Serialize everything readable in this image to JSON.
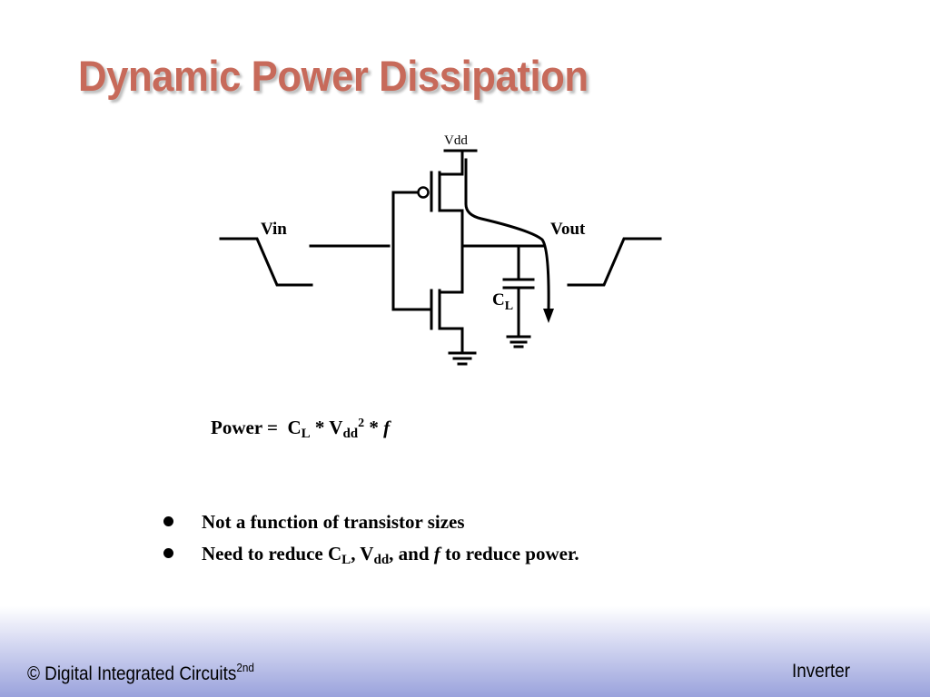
{
  "title": "Dynamic Power Dissipation",
  "circuit": {
    "vdd_label": "Vdd",
    "vin_label": "Vin",
    "vout_label": "Vout",
    "cl_label": "C",
    "cl_sub": "L"
  },
  "formula": {
    "lhs": "Power =",
    "c": "C",
    "c_sub": "L",
    "times1": "*",
    "v": "V",
    "v_sub": "dd",
    "v_exp": "2",
    "times2": "*",
    "f": "f"
  },
  "bullets": {
    "b1": "Not a function of transistor sizes",
    "b2_pre": "Need to reduce C",
    "b2_cl_sub": "L",
    "b2_mid1": ", V",
    "b2_vdd_sub": "dd",
    "b2_mid2": ", and",
    "b2_f": "f",
    "b2_post": "to reduce power."
  },
  "footer": {
    "left": "© Digital Integrated Circuits",
    "left_sup": "2nd",
    "right": "Inverter"
  }
}
